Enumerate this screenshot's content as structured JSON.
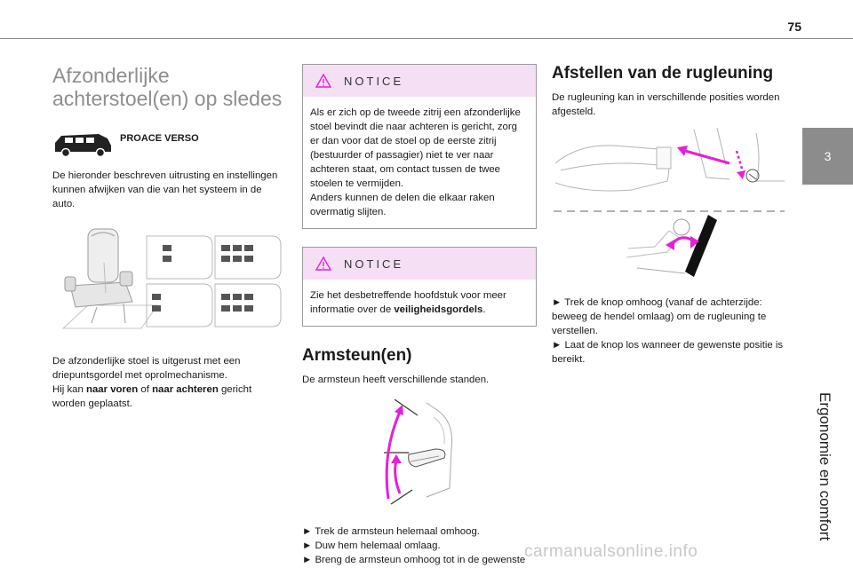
{
  "page_number": "75",
  "chapter": {
    "number": "3",
    "title": "Ergonomie en comfort"
  },
  "col1": {
    "title_line1": "Afzonderlijke",
    "title_line2": "achterstoel(en) op sledes",
    "model_badge": "PROACE VERSO",
    "intro": "De hieronder beschreven uitrusting en instellingen kunnen afwijken van die van het systeem in de auto.",
    "desc_1": "De afzonderlijke stoel is uitgerust met een driepuntsgordel met oprolmechanisme.",
    "desc_2_pre": "Hij kan ",
    "desc_2_b1": "naar voren",
    "desc_2_mid": " of ",
    "desc_2_b2": "naar achteren",
    "desc_2_post": " gericht worden geplaatst."
  },
  "col2": {
    "notice1_label": "NOTICE",
    "notice1_text": "Als er zich op de tweede zitrij een afzonderlijke stoel bevindt die naar achteren is gericht, zorg er dan voor dat de stoel op de eerste zitrij (bestuurder of passagier) niet te ver naar achteren staat, om contact tussen de twee stoelen te vermijden.",
    "notice1_text2": "Anders kunnen de delen die elkaar raken overmatig slijten.",
    "notice2_label": "NOTICE",
    "notice2_pre": "Zie het desbetreffende hoofdstuk voor meer informatie over de ",
    "notice2_bold": "veiligheidsgordels",
    "notice2_post": ".",
    "armrest_title": "Armsteun(en)",
    "armrest_intro": "De armsteun heeft verschillende standen.",
    "step1": "► Trek de armsteun helemaal omhoog.",
    "step2": "► Duw hem helemaal omlaag.",
    "step3": "► Breng de armsteun omhoog tot in de gewenste stand."
  },
  "col3": {
    "title": "Afstellen van de rugleuning",
    "intro": "De rugleuning kan in verschillende posities worden afgesteld.",
    "step1": "► Trek de knop omhoog (vanaf de achterzijde: beweeg de hendel omlaag) om de rugleuning te verstellen.",
    "step2": "► Laat de knop los wanneer de gewenste positie is bereikt."
  },
  "watermark": "carmanualsonline.info",
  "colors": {
    "accent": "#e61fd8",
    "notice_bg": "#f5dff5",
    "tab": "#8c8c8c"
  }
}
